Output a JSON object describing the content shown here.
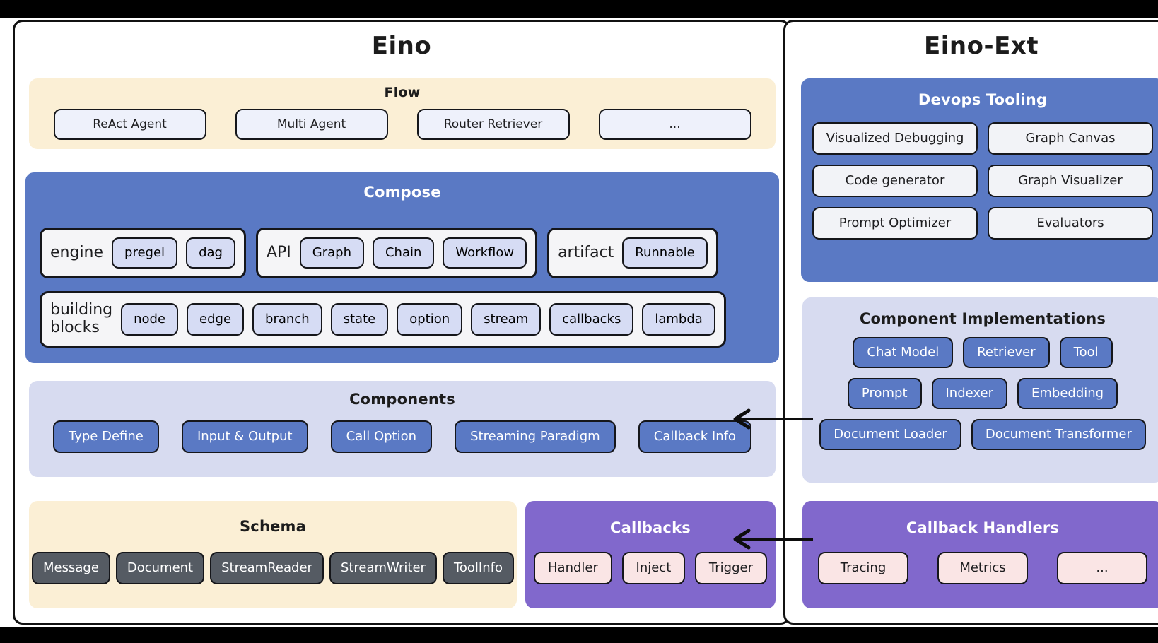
{
  "left_panel": {
    "title": "Eino",
    "flow": {
      "title": "Flow",
      "items": [
        "ReAct Agent",
        "Multi Agent",
        "Router Retriever",
        "..."
      ]
    },
    "compose": {
      "title": "Compose",
      "groups": [
        {
          "label": "engine",
          "items": [
            "pregel",
            "dag"
          ]
        },
        {
          "label": "API",
          "items": [
            "Graph",
            "Chain",
            "Workflow"
          ]
        },
        {
          "label": "artifact",
          "items": [
            "Runnable"
          ]
        },
        {
          "label": "building\nblocks",
          "items": [
            "node",
            "edge",
            "branch",
            "state",
            "option",
            "stream",
            "callbacks",
            "lambda"
          ]
        }
      ]
    },
    "components": {
      "title": "Components",
      "items": [
        "Type Define",
        "Input & Output",
        "Call Option",
        "Streaming Paradigm",
        "Callback Info"
      ]
    },
    "schema": {
      "title": "Schema",
      "items": [
        "Message",
        "Document",
        "StreamReader",
        "StreamWriter",
        "ToolInfo"
      ]
    },
    "callbacks": {
      "title": "Callbacks",
      "items": [
        "Handler",
        "Inject",
        "Trigger"
      ]
    }
  },
  "right_panel": {
    "title": "Eino-Ext",
    "devops": {
      "title": "Devops Tooling",
      "items": [
        "Visualized Debugging",
        "Graph Canvas",
        "Code generator",
        "Graph Visualizer",
        "Prompt Optimizer",
        "Evaluators"
      ]
    },
    "component_implementations": {
      "title": "Component Implementations",
      "rows": [
        [
          "Chat Model",
          "Retriever",
          "Tool"
        ],
        [
          "Prompt",
          "Indexer",
          "Embedding"
        ],
        [
          "Document Loader",
          "Document Transformer"
        ]
      ]
    },
    "callback_handlers": {
      "title": "Callback Handlers",
      "items": [
        "Tracing",
        "Metrics",
        "..."
      ]
    }
  },
  "connectors": [
    {
      "name": "components-arrow",
      "direction": "left"
    },
    {
      "name": "callbacks-arrow",
      "direction": "left"
    }
  ],
  "colors": {
    "flow_bg": "#fbefd5",
    "compose_bg": "#5a79c4",
    "components_bg": "#d7dbf0",
    "schema_bg": "#fbefd5",
    "callbacks_bg": "#8168cc",
    "chip_lavender": "#eaeefb",
    "chip_blue": "#5a79c4",
    "chip_gray": "#555b63",
    "chip_pink": "#fae5e5",
    "border": "#15161a"
  }
}
